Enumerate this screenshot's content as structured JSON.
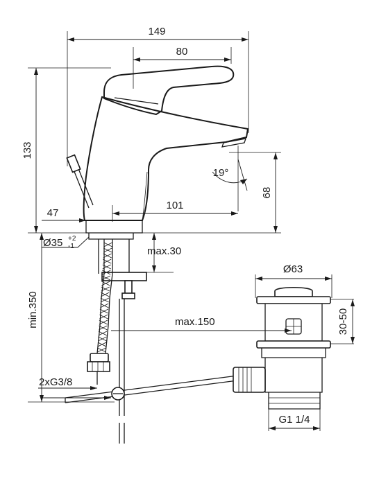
{
  "dimensions": {
    "overall_width": "149",
    "lever_length": "80",
    "overall_height": "133",
    "lever_angle": "19°",
    "spout_height": "68",
    "spout_reach": "101",
    "base_offset": "47",
    "base_diameter": "Ø35",
    "base_tolerance_upper": "+2",
    "base_tolerance_lower": "-1",
    "deck_thickness": "max.30",
    "hose_length": "min.350",
    "rod_length": "max.150",
    "waste_diameter": "Ø63",
    "waste_height": "30-50",
    "connection_thread": "2xG3/8",
    "waste_thread": "G1 1/4"
  },
  "colors": {
    "line": "#1a1a1a",
    "background": "#ffffff"
  }
}
